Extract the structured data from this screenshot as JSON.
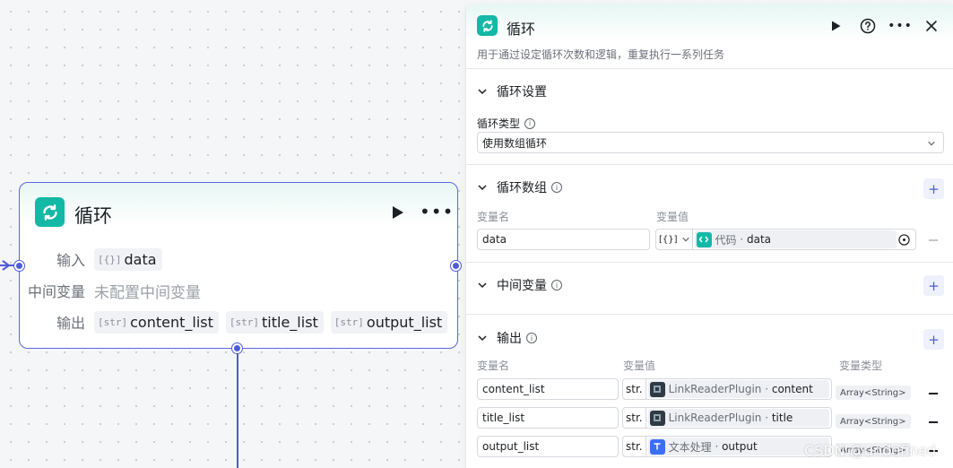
{
  "node": {
    "title": "循环",
    "input_label": "输入",
    "input_chip": {
      "tag": "[{}]",
      "name": "data"
    },
    "mid_label": "中间变量",
    "mid_value": "未配置中间变量",
    "output_label": "输出",
    "output_chips": [
      {
        "tag": "[str]",
        "name": "content_list"
      },
      {
        "tag": "[str]",
        "name": "title_list"
      },
      {
        "tag": "[str]",
        "name": "output_list"
      }
    ]
  },
  "panel": {
    "title": "循环",
    "description": "用于通过设定循环次数和逻辑，重复执行一系列任务",
    "loop_settings": {
      "title": "循环设置",
      "type_label": "循环类型",
      "type_value": "使用数组循环"
    },
    "loop_array": {
      "title": "循环数组",
      "col_name": "变量名",
      "col_value": "变量值",
      "row": {
        "name": "data",
        "type": "[{}]",
        "source_node": "代码",
        "source_var": "data"
      }
    },
    "mid_vars": {
      "title": "中间变量"
    },
    "outputs": {
      "title": "输出",
      "col_name": "变量名",
      "col_value": "变量值",
      "col_type": "变量类型",
      "rows": [
        {
          "name": "content_list",
          "type": "str.",
          "source_node": "LinkReaderPlugin",
          "source_var": "content",
          "var_type": "Array<String>"
        },
        {
          "name": "title_list",
          "type": "str.",
          "source_node": "LinkReaderPlugin",
          "source_var": "title",
          "var_type": "Array<String>"
        },
        {
          "name": "output_list",
          "type": "str.",
          "source_node": "文本处理",
          "source_var": "output",
          "var_type": "Array<String>"
        }
      ]
    }
  },
  "watermark": "CSDN @undefined",
  "colors": {
    "accent": "#4e5bd9",
    "loop_icon": "#14b8a6",
    "code_icon": "#14b8a6",
    "text_icon": "#3b6ef5"
  },
  "icons": {
    "loop": "loop-icon",
    "run": "play-icon",
    "more": "more-icon",
    "help": "help-icon",
    "close": "close-icon",
    "add": "plus-icon",
    "remove": "minus-icon",
    "code": "code-icon",
    "plugin": "plugin-avatar-icon",
    "text": "text-process-icon"
  }
}
